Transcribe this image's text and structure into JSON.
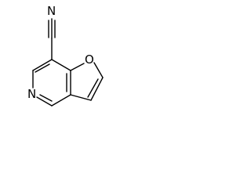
{
  "molecule": {
    "atoms": {
      "nitrile_n": "N",
      "furan_o": "O",
      "pyridine_n": "N"
    }
  }
}
